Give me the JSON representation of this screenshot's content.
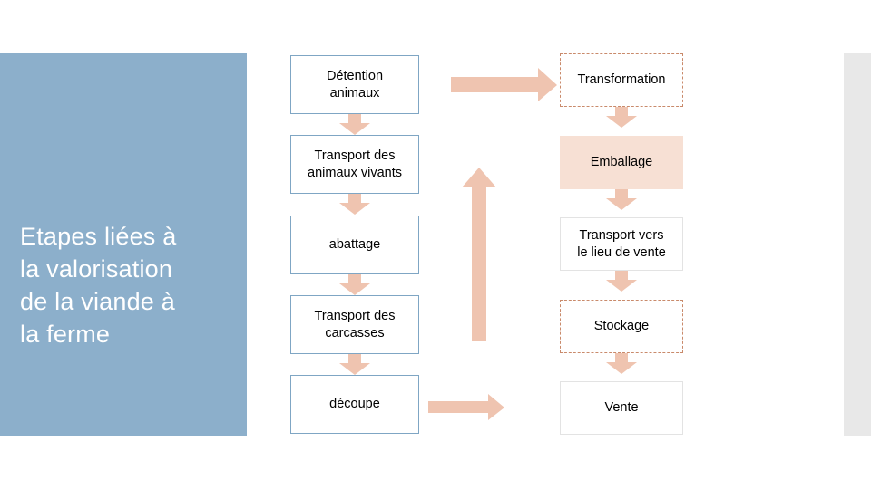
{
  "panel": {
    "title": "Etapes liées à\nla valorisation\nde la viande à\nla ferme",
    "bg_color": "#8CAFCB",
    "text_color": "#FFFFFF"
  },
  "colors": {
    "arrow": "#EFC4B0",
    "box_border_blue": "#7FA6C4",
    "box_border_dashed": "#C98A6B",
    "box_fill": "#F7E0D4"
  },
  "column_left": [
    {
      "label": "Détention\nanimaux",
      "style": "box-solid-blue"
    },
    {
      "label": "Transport des\nanimaux vivants",
      "style": "box-solid-blue"
    },
    {
      "label": "abattage",
      "style": "box-solid-blue"
    },
    {
      "label": "Transport des\ncarcasses",
      "style": "box-solid-blue"
    },
    {
      "label": "découpe",
      "style": "box-solid-blue"
    }
  ],
  "column_right": [
    {
      "label": "Transformation",
      "style": "box-dashed"
    },
    {
      "label": "Emballage",
      "style": "box-filled"
    },
    {
      "label": "Transport vers\nle lieu de vente",
      "style": "box-plain"
    },
    {
      "label": "Stockage",
      "style": "box-dashed"
    },
    {
      "label": "Vente",
      "style": "box-plain"
    }
  ]
}
